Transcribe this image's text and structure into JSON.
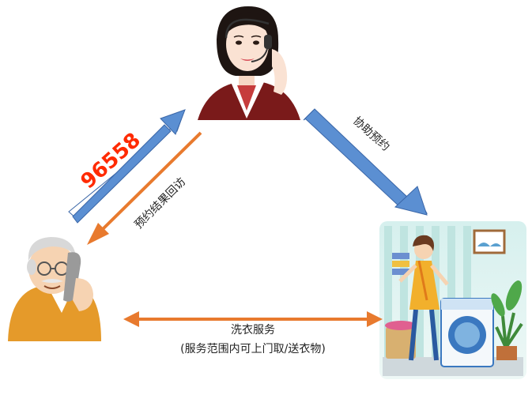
{
  "diagram": {
    "hotline_number": "96558",
    "label_follow_up": "预约结果回访",
    "label_assist_booking": "协助预约",
    "label_laundry_service": "洗衣服务",
    "label_service_note": "(服务范围内可上门取/送衣物)"
  },
  "colors": {
    "blue_arrow": "#5b8fd2",
    "orange_arrow": "#e87a2e",
    "hotline_red": "#ff2a00",
    "text_dark": "#222222"
  }
}
